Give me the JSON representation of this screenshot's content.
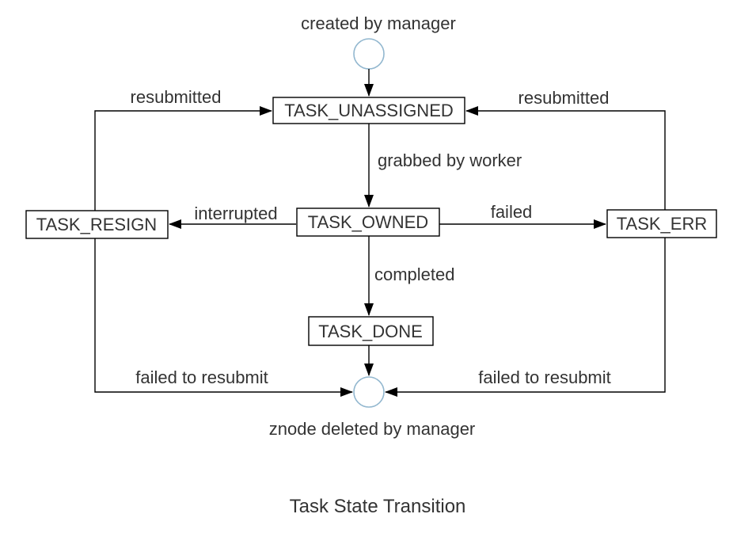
{
  "colors": {
    "background": "#ffffff",
    "line": "#000000",
    "box_border": "#000000",
    "box_fill": "#ffffff",
    "text": "#333333",
    "terminal_circle_stroke": "#92b7cf"
  },
  "diagram": {
    "title": "Task State Transition",
    "start_annotation": "created by manager",
    "end_annotation": "znode deleted by manager",
    "states": {
      "unassigned": "TASK_UNASSIGNED",
      "owned": "TASK_OWNED",
      "resign": "TASK_RESIGN",
      "err": "TASK_ERR",
      "done": "TASK_DONE"
    },
    "transitions": {
      "grabbed": "grabbed by worker",
      "interrupted": "interrupted",
      "failed": "failed",
      "completed": "completed",
      "resubmitted_left": "resubmitted",
      "resubmitted_right": "resubmitted",
      "failed_to_resubmit_left": "failed to resubmit",
      "failed_to_resubmit_right": "failed to resubmit"
    }
  }
}
